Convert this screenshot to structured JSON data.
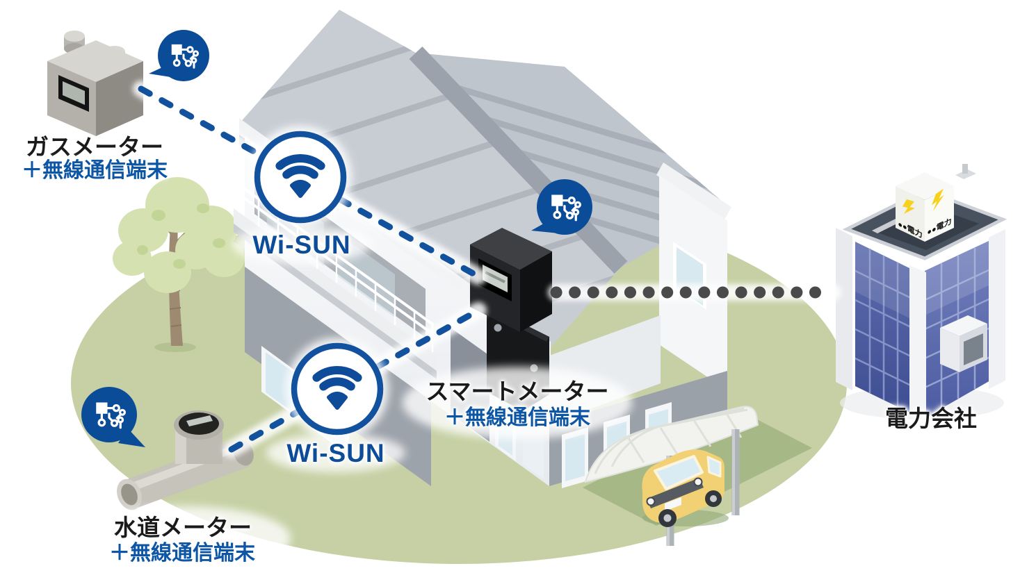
{
  "scene": {
    "nodes": {
      "gas_meter": {
        "label_line1": "ガスメーター",
        "label_line2": "＋無線通信端末"
      },
      "water_meter": {
        "label_line1": "水道メーター",
        "label_line2": "＋無線通信端末"
      },
      "smart_meter": {
        "label_line1": "スマートメーター",
        "label_line2": "＋無線通信端末"
      },
      "power_company": {
        "label": "電力会社",
        "sign_text": "●●電力"
      },
      "wisun_top": {
        "label": "Wi-SUN"
      },
      "wisun_bottom": {
        "label": "Wi-SUN"
      }
    },
    "colors": {
      "accent_blue": "#11519E",
      "label_blue": "#0D56A6",
      "label_black": "#1A1A1A",
      "bubble_blue": "#0B4C98",
      "ground_green": "#C6D0A4",
      "driveway_green": "#A7B887",
      "dot_gray": "#4A4A4A",
      "glass_blue": "#5565A8",
      "bolt_yellow": "#F6D21F",
      "car_yellow": "#F1D173",
      "roof_gray": "#C8CDD4"
    }
  }
}
